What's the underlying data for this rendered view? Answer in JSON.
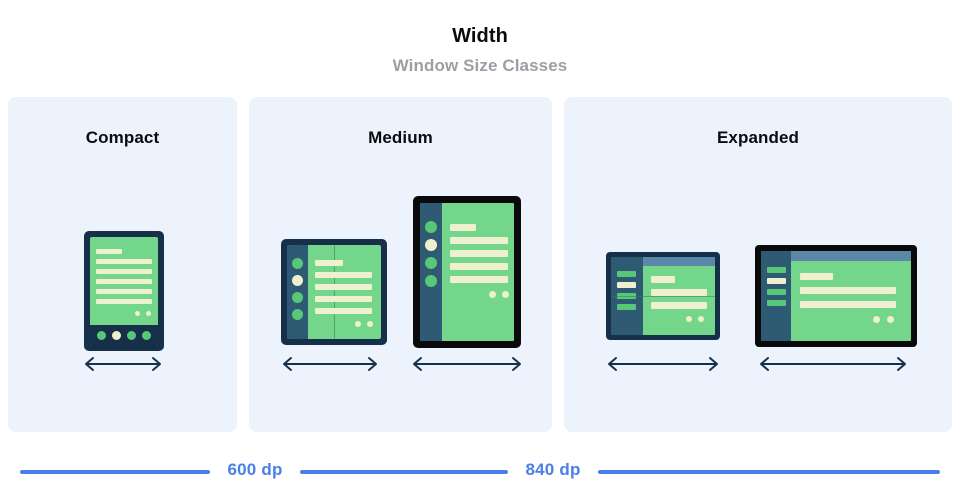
{
  "header": {
    "title": "Width",
    "subtitle": "Window Size Classes"
  },
  "panels": [
    {
      "key": "compact",
      "label": "Compact"
    },
    {
      "key": "medium",
      "label": "Medium"
    },
    {
      "key": "expanded",
      "label": "Expanded"
    }
  ],
  "devices": {
    "phone": {
      "name": "phone-portrait"
    },
    "foldable_portrait": {
      "name": "foldable-portrait"
    },
    "tablet_portrait": {
      "name": "tablet-portrait"
    },
    "foldable_landscape": {
      "name": "foldable-landscape"
    },
    "tablet_landscape": {
      "name": "tablet-landscape"
    }
  },
  "measures": [
    {
      "label": "600 dp"
    },
    {
      "label": "840 dp"
    }
  ],
  "colors": {
    "panel_bg": "#ecf3fc",
    "screen_green": "#74d68a",
    "content_cream": "#eff0d0",
    "frame_navy": "#17304a",
    "frame_black": "#0a0a0a",
    "rail_teal": "#2e5a74",
    "topbar_blue": "#5b87a8",
    "measure_blue": "#4a7ee8",
    "title_black": "#0b0c0e",
    "subtitle_gray": "#9aa0a6"
  }
}
